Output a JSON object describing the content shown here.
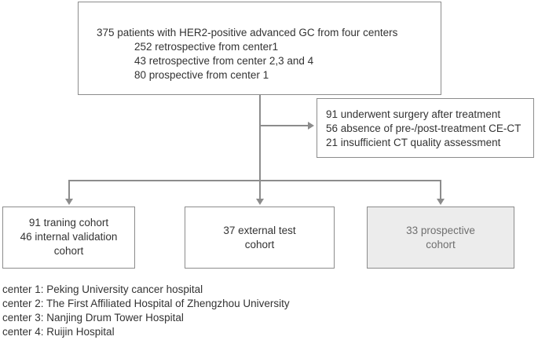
{
  "top_box": {
    "line1": "375 patients with HER2-positive advanced GC from four centers",
    "line2": "252 retrospective from center1",
    "line3": "43 retrospective from center 2,3 and 4",
    "line4": "80 prospective from center 1"
  },
  "exclusion_box": {
    "line1": "91 underwent surgery after treatment",
    "line2": "56 absence of pre-/post-treatment CE-CT",
    "line3": "21 insufficient CT quality assessment"
  },
  "cohorts": {
    "training": {
      "line1": "91 traning cohort",
      "line2": "46 internal validation",
      "line3": "cohort"
    },
    "external": {
      "line1": "37 external test",
      "line2": "cohort"
    },
    "prospective": {
      "line1": "33 prospective",
      "line2": "cohort",
      "fill": "#ececec"
    }
  },
  "centers": [
    "center 1: Peking University cancer hospital",
    "center 2: The First Affiliated Hospital of Zhengzhou University",
    "center 3: Nanjing Drum Tower Hospital",
    "center 4: Ruijin Hospital"
  ]
}
